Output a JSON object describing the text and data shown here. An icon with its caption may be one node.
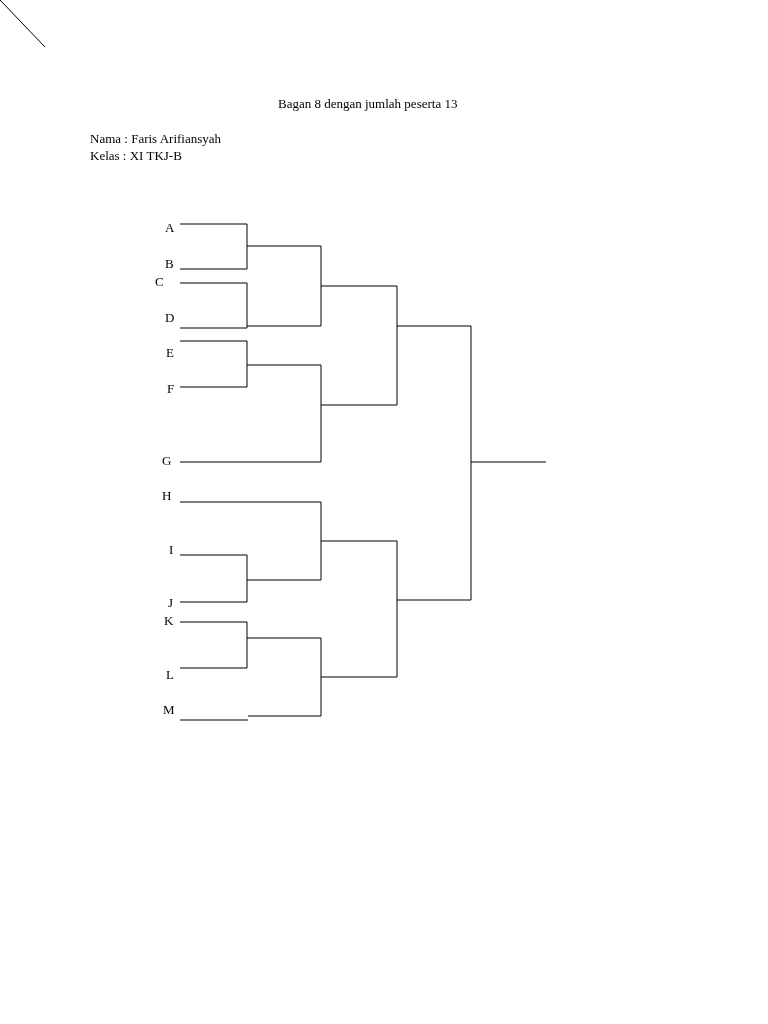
{
  "diagram": {
    "title": "Bagan 8 dengan jumlah peserta 13",
    "labels": [
      "Nama : Faris Arifiansyah",
      "Kelas : XI TKJ-B",
      "A",
      "B",
      "C",
      "D",
      "E",
      "F",
      "G",
      "H",
      "I",
      "J",
      "K",
      "L",
      "M"
    ]
  }
}
